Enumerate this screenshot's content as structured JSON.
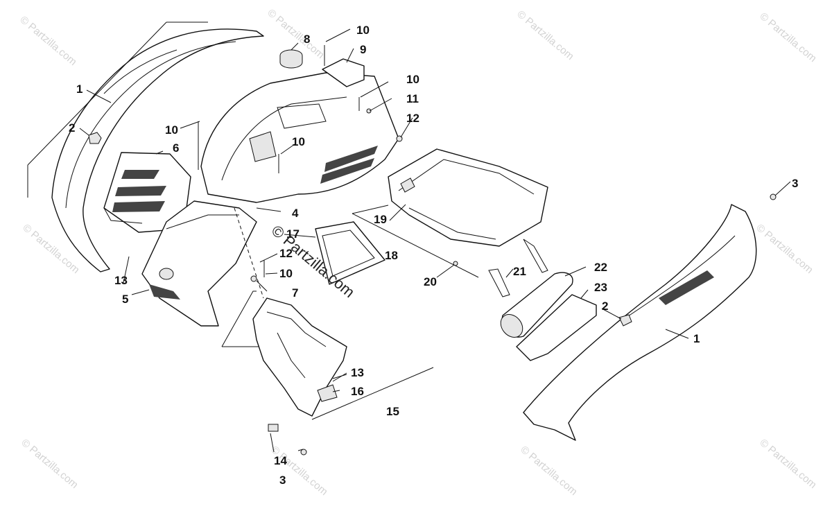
{
  "watermark": {
    "text": "© Partzilla.com",
    "center_text": "© Partzilla.com"
  },
  "callouts": {
    "c1_left": "1",
    "c2_left": "2",
    "c3_right": "3",
    "c3_bottom": "3",
    "c4": "4",
    "c5": "5",
    "c6": "6",
    "c7": "7",
    "c8": "8",
    "c9": "9",
    "c10_top": "10",
    "c10_mid": "10",
    "c10_left": "10",
    "c10_center": "10",
    "c10_lower": "10",
    "c11": "11",
    "c12_top": "12",
    "c12_lower": "12",
    "c13_left": "13",
    "c13_lower": "13",
    "c14": "14",
    "c15": "15",
    "c16": "16",
    "c17": "17",
    "c18": "18",
    "c19": "19",
    "c20": "20",
    "c21": "21",
    "c22": "22",
    "c23": "23",
    "c2_right": "2",
    "c1_right": "1"
  }
}
